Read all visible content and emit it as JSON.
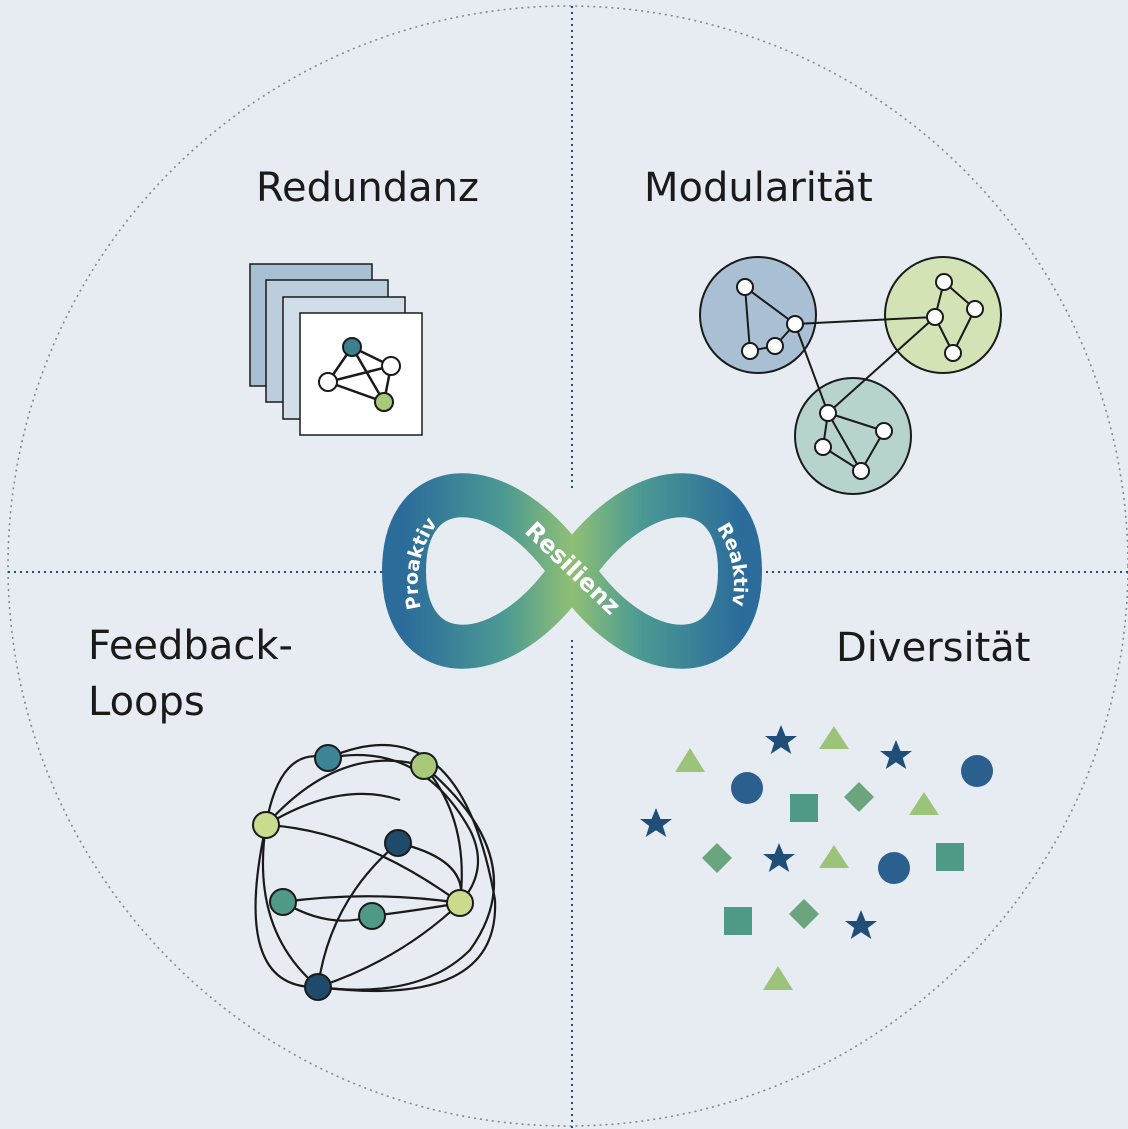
{
  "quadrants": {
    "top_left": {
      "title": "Redundanz"
    },
    "top_right": {
      "title": "Modularität"
    },
    "bottom_left": {
      "title_line1": "Feedback-",
      "title_line2": "Loops"
    },
    "bottom_right": {
      "title": "Diversität"
    }
  },
  "center": {
    "label": "Resilienz",
    "left_label": "Proaktiv",
    "right_label": "Reaktiv"
  },
  "colors": {
    "background": "#e7ecf3",
    "dark_blue": "#1f4e79",
    "mid_blue": "#2d6a9a",
    "teal": "#4e9a95",
    "light_green": "#a9c97a",
    "pale_blue": "#a9bfd3",
    "pale_green": "#d4e3b6",
    "pale_teal": "#b7d3cd"
  }
}
